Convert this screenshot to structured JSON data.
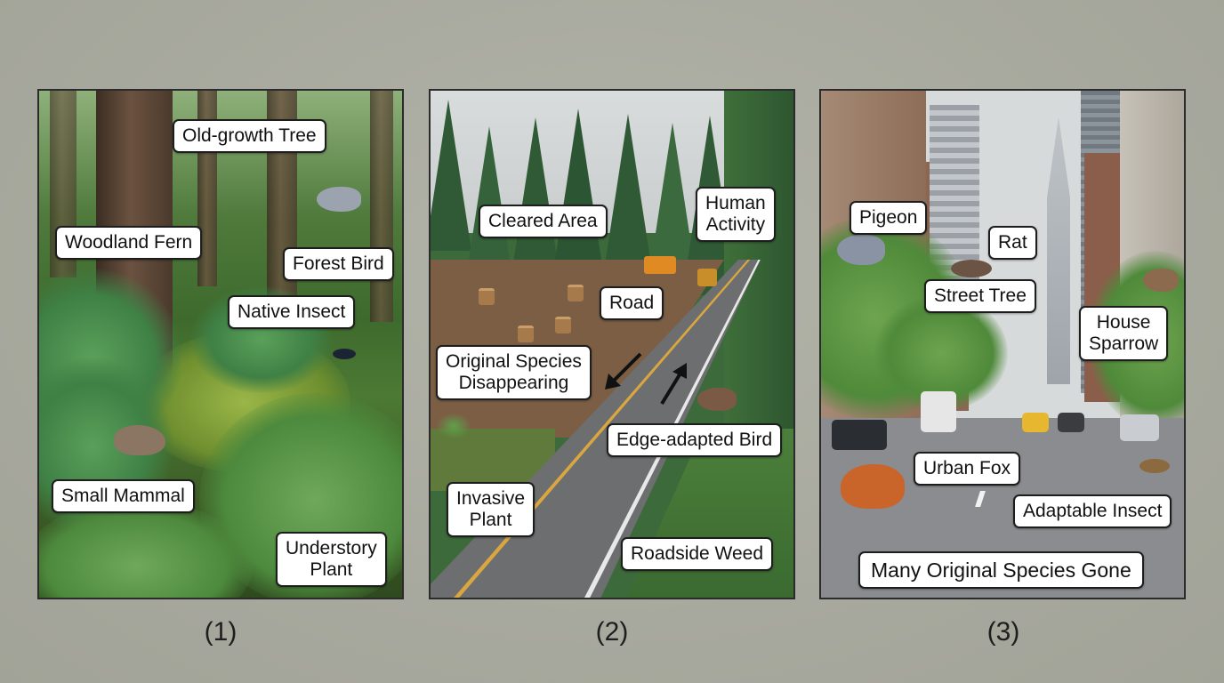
{
  "figure": {
    "panels": [
      {
        "caption": "(1)",
        "scene": "Old-growth forest",
        "labels": {
          "old_growth_tree": "Old-growth Tree",
          "woodland_fern": "Woodland Fern",
          "forest_bird": "Forest Bird",
          "native_insect": "Native Insect",
          "small_mammal": "Small Mammal",
          "understory_plant_line1": "Understory",
          "understory_plant_line2": "Plant"
        }
      },
      {
        "caption": "(2)",
        "scene": "Forest cleared by a road",
        "labels": {
          "cleared_area": "Cleared Area",
          "human_activity_line1": "Human",
          "human_activity_line2": "Activity",
          "road": "Road",
          "original_species_line1": "Original Species",
          "original_species_line2": "Disappearing",
          "edge_adapted_bird": "Edge-adapted Bird",
          "invasive_plant_line1": "Invasive",
          "invasive_plant_line2": "Plant",
          "roadside_weed": "Roadside Weed"
        }
      },
      {
        "caption": "(3)",
        "scene": "Urban street",
        "labels": {
          "pigeon": "Pigeon",
          "rat": "Rat",
          "street_tree": "Street Tree",
          "house_sparrow_line1": "House",
          "house_sparrow_line2": "Sparrow",
          "urban_fox": "Urban Fox",
          "adaptable_insect": "Adaptable Insect",
          "many_species_gone": "Many Original Species Gone"
        }
      }
    ],
    "colors": {
      "background": "#a9aa9f",
      "label_fill": "#ffffff",
      "label_border": "#1d1d1d",
      "panel_border": "#2b2b2b"
    }
  }
}
